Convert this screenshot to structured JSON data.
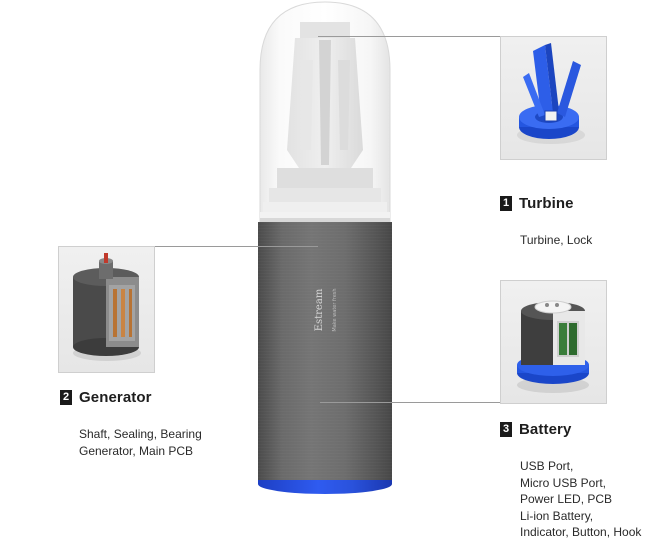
{
  "device": {
    "brand": "Estream",
    "brand_sub": "Make water fresh"
  },
  "components": [
    {
      "number": "1",
      "title": "Turbine",
      "parts": [
        "Turbine, Lock"
      ]
    },
    {
      "number": "2",
      "title": "Generator",
      "parts": [
        "Shaft, Sealing, Bearing",
        "Generator, Main PCB"
      ]
    },
    {
      "number": "3",
      "title": "Battery",
      "parts": [
        "USB Port,",
        "Micro USB Port,",
        "Power LED, PCB",
        "Li-ion Battery,",
        "Indicator, Button, Hook"
      ]
    }
  ],
  "colors": {
    "body_grey": "#6a6a6a",
    "base_blue": "#2f5bf0",
    "part_blue": "#1f4fd8",
    "connector_line": "#9a9a9a"
  }
}
